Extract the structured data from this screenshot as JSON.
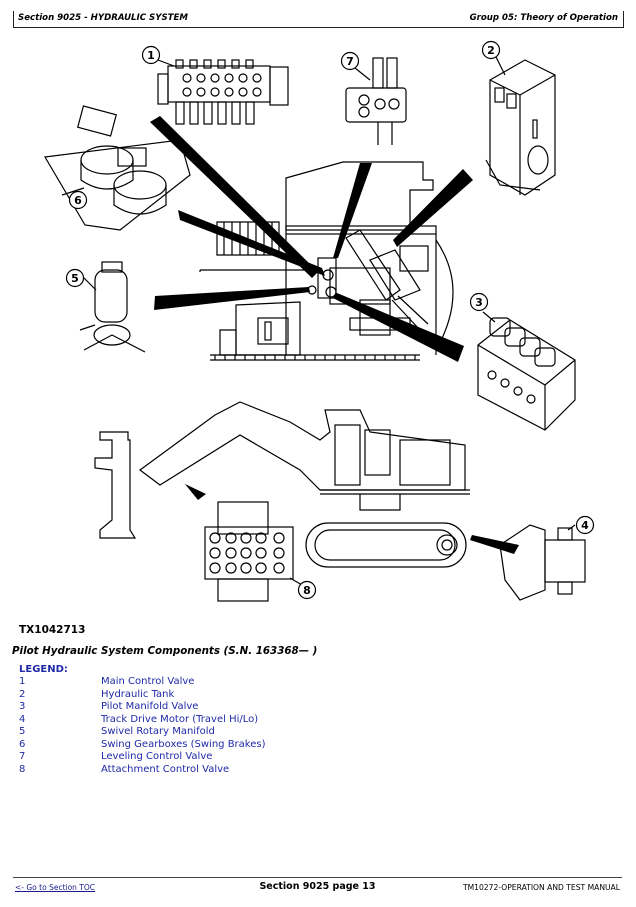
{
  "header": {
    "section": "Section 9025 - HYDRAULIC SYSTEM",
    "group": "Group 05: Theory of Operation"
  },
  "figure": {
    "id": "TX1042713",
    "caption": "Pilot Hydraulic System Components (S.N. 163368— )",
    "callouts": [
      "1",
      "2",
      "3",
      "4",
      "5",
      "6",
      "7",
      "8"
    ]
  },
  "legend": {
    "title": "LEGEND:",
    "items": [
      {
        "num": "1",
        "label": "Main Control Valve"
      },
      {
        "num": "2",
        "label": "Hydraulic Tank"
      },
      {
        "num": "3",
        "label": "Pilot Manifold Valve"
      },
      {
        "num": "4",
        "label": "Track Drive Motor (Travel Hi/Lo)"
      },
      {
        "num": "5",
        "label": "Swivel Rotary Manifold"
      },
      {
        "num": "6",
        "label": "Swing Gearboxes (Swing Brakes)"
      },
      {
        "num": "7",
        "label": "Leveling Control Valve"
      },
      {
        "num": "8",
        "label": "Attachment Control Valve"
      }
    ]
  },
  "footer": {
    "toc_link": "<- Go to Section TOC",
    "page": "Section 9025 page 13",
    "manual": "TM10272-OPERATION AND TEST MANUAL"
  },
  "colors": {
    "legend_text": "#1f2aa8",
    "link": "#1a1a8a"
  }
}
